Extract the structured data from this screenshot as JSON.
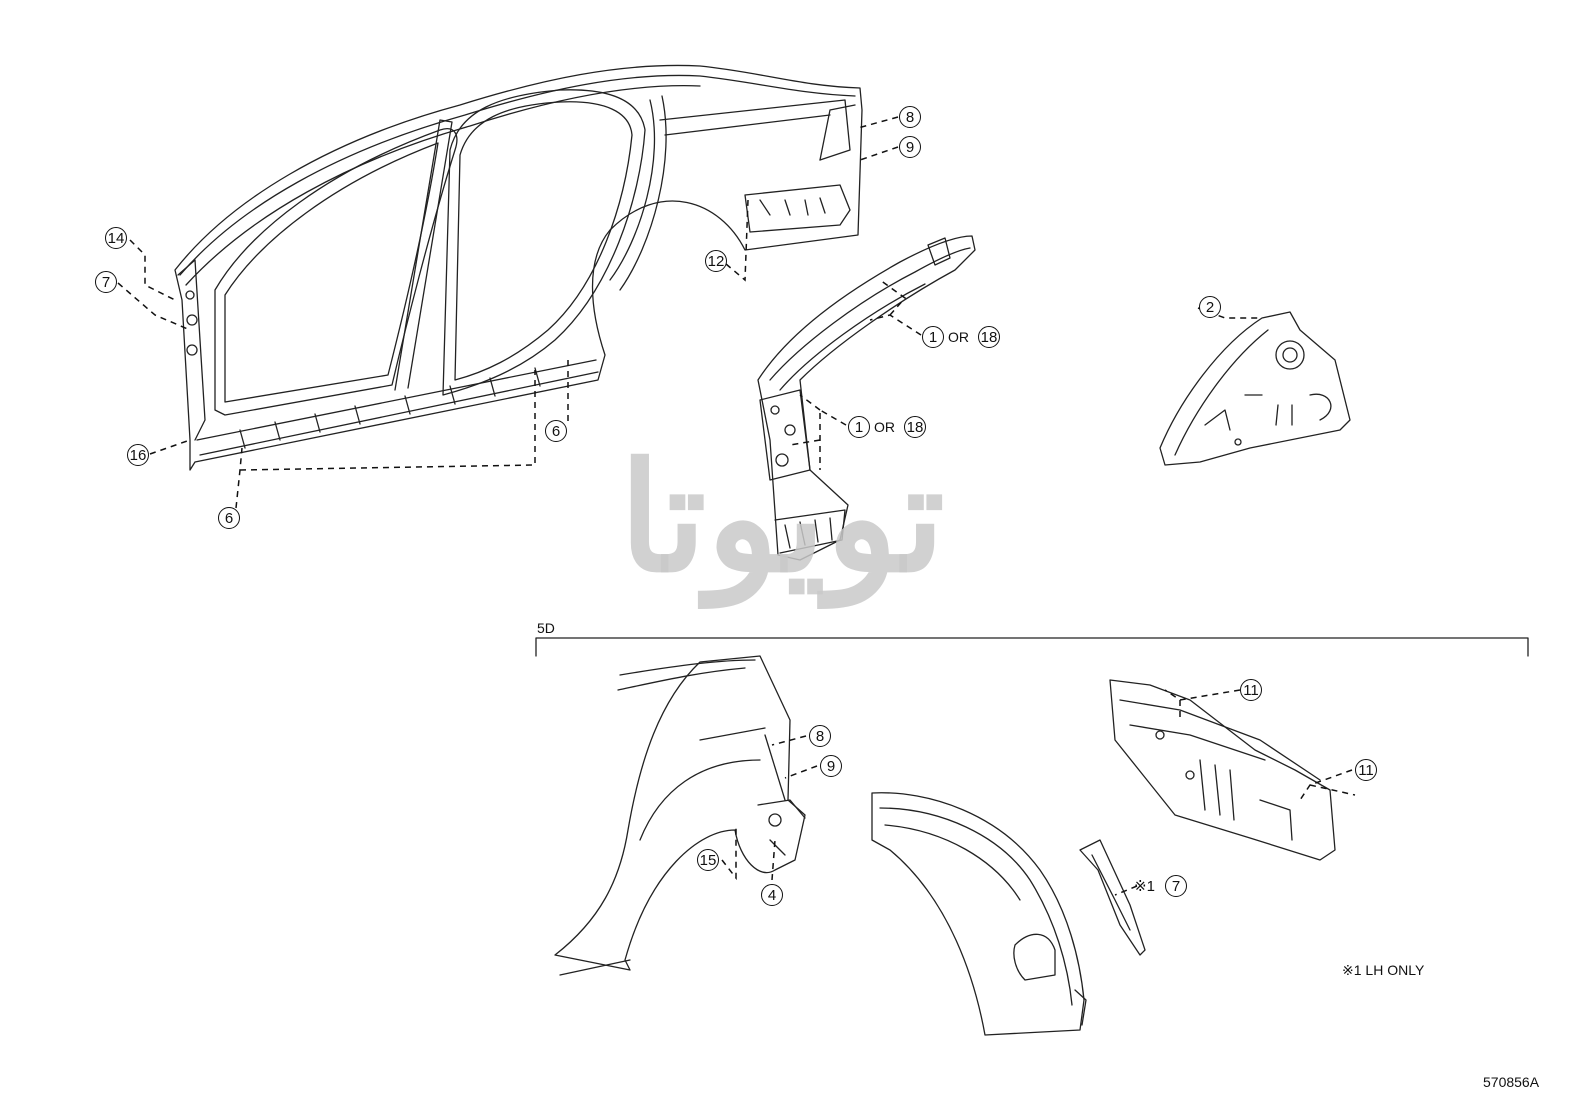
{
  "watermark": "تویوتا",
  "section_label": "5D",
  "footnote": "※1 LH ONLY",
  "figure_code": "570856A",
  "or_word": "OR",
  "lh_mark": "※1",
  "callouts": {
    "top_8": "8",
    "top_9": "9",
    "top_14": "14",
    "top_7": "7",
    "top_12": "12",
    "top_16": "16",
    "top_6a": "6",
    "top_6b": "6",
    "pillar_1a": "1",
    "pillar_18a": "18",
    "pillar_1b": "1",
    "pillar_18b": "18",
    "panel_2": "2",
    "low_8": "8",
    "low_9": "9",
    "low_15": "15",
    "low_4": "4",
    "low_7": "7",
    "low_11a": "11",
    "low_11b": "11"
  }
}
